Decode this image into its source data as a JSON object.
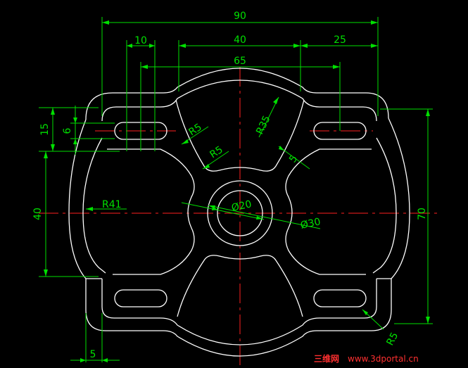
{
  "drawing": {
    "background": "#000000",
    "outline_color": "#ffffff",
    "dimension_color": "#00e000",
    "centerline_color": "#ff2020"
  },
  "dimensions": {
    "overall_width": "90",
    "slot_width": "10",
    "hole_spacing_40": "40",
    "right_offset": "25",
    "hole_spacing_65": "65",
    "height_15": "15",
    "slot_height": "6",
    "height_40": "40",
    "overall_height": "70",
    "bottom_5": "5",
    "radius_5_upper": "R5",
    "radius_5_lower": "R5",
    "radius_35": "R35",
    "thickness_5": "5",
    "radius_41": "R41",
    "bore_diameter": "Ø20",
    "boss_diameter": "Ø30",
    "radius_5_corner": "R5"
  },
  "watermark": {
    "brand": "三维网",
    "url": "www.3dportal.cn"
  }
}
